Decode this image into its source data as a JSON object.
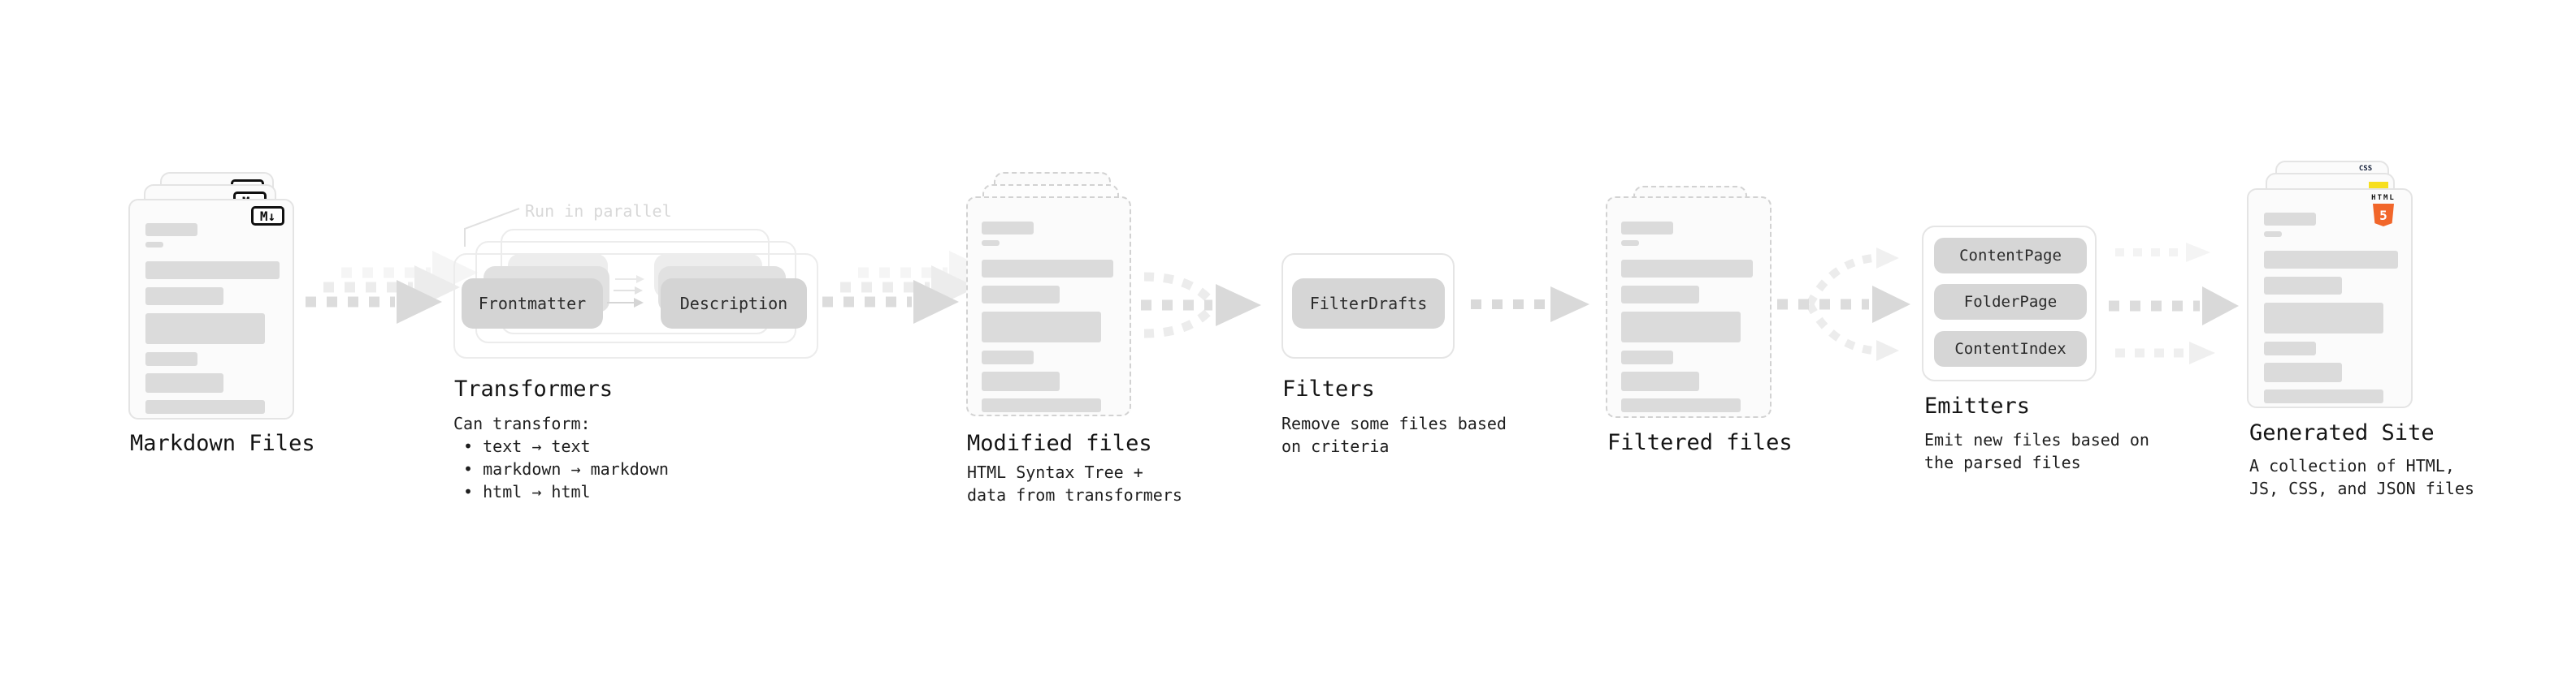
{
  "stages": [
    {
      "label": "Markdown Files",
      "badge": "M↓"
    },
    {
      "label": "Transformers",
      "annotation": "Run in parallel",
      "pills": [
        "Frontmatter",
        "Description"
      ],
      "caption": "Can transform:\n • text → text\n • markdown → markdown\n • html → html"
    },
    {
      "label": "Modified files",
      "caption": "HTML Syntax Tree +\ndata from transformers"
    },
    {
      "label": "Filters",
      "pills": [
        "FilterDrafts"
      ],
      "caption": "Remove some files based\non criteria"
    },
    {
      "label": "Filtered files"
    },
    {
      "label": "Emitters",
      "pills": [
        "ContentPage",
        "FolderPage",
        "ContentIndex"
      ],
      "caption": "Emit new files based on\nthe parsed files"
    },
    {
      "label": "Generated Site",
      "caption": "A collection of HTML,\nJS, CSS, and JSON files",
      "badges": {
        "css": "CSS",
        "html_label": "HTML",
        "html_number": "5"
      }
    }
  ],
  "colors": {
    "skeleton_bar": "#dbdbdb",
    "card_border": "#e4e4e4",
    "dashed_border": "#d2d2d2",
    "pill": "#d6d6d6",
    "arrow": "#dcdcdc",
    "arrow_light": "#efefef",
    "label_text": "#141414",
    "annotation_text": "#d8d8d8",
    "html5_orange": "#f1662a",
    "js_yellow": "#f7df1e",
    "css_blue": "#2965f1"
  }
}
